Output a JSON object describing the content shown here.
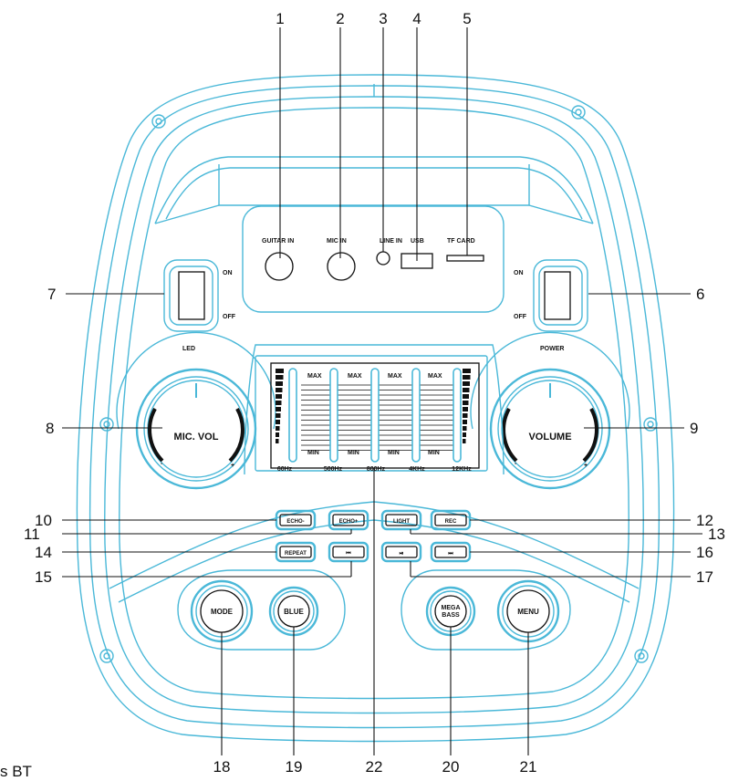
{
  "callouts": [
    "1",
    "2",
    "3",
    "4",
    "5",
    "6",
    "7",
    "8",
    "9",
    "10",
    "11",
    "12",
    "13",
    "14",
    "15",
    "16",
    "17",
    "18",
    "19",
    "20",
    "21",
    "22"
  ],
  "ports": {
    "guitar_in": "GUITAR IN",
    "mic_in": "MIC IN",
    "line_in": "LINE IN",
    "usb": "USB",
    "tf_card": "TF CARD"
  },
  "switches": {
    "on": "ON",
    "off": "OFF",
    "led": "LED",
    "power": "POWER"
  },
  "knobs": {
    "mic_vol": "MIC. VOL",
    "volume": "VOLUME",
    "minus": "-",
    "plus": "+"
  },
  "equalizer": {
    "max": "MAX",
    "min": "MIN",
    "bands": [
      "60Hz",
      "500Hz",
      "800Hz",
      "4KHz",
      "12KHz"
    ]
  },
  "buttons": {
    "echo_minus": "ECHO-",
    "echo_plus": "ECHO+",
    "light": "LIGHT",
    "rec": "REC",
    "repeat": "REPEAT",
    "prev": "⏮",
    "play_pause": "⏯",
    "next": "⏭",
    "mode": "MODE",
    "blue": "BLUE",
    "mega_bass_1": "MEGA",
    "mega_bass_2": "BASS",
    "menu": "MENU"
  },
  "bottom_text": "s BT",
  "colors": {
    "outline": "#4ab8d8",
    "text": "#111111"
  }
}
